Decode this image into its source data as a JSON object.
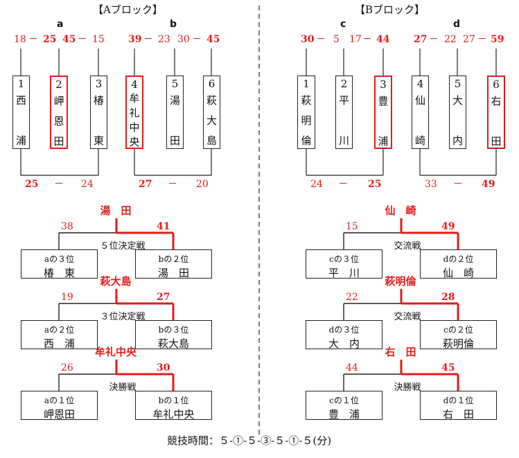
{
  "blocks": {
    "A": {
      "title": "【Aブロック】",
      "groups": [
        "a",
        "b"
      ],
      "teams": [
        {
          "num": "1",
          "name": [
            "西",
            "浦"
          ]
        },
        {
          "num": "2",
          "name": [
            "岬",
            "恩",
            "田"
          ]
        },
        {
          "num": "3",
          "name": [
            "椿",
            "東"
          ]
        },
        {
          "num": "4",
          "name": [
            "牟",
            "礼",
            "中",
            "央"
          ]
        },
        {
          "num": "5",
          "name": [
            "湯",
            "田"
          ]
        },
        {
          "num": "6",
          "name": [
            "萩",
            "大",
            "島"
          ]
        }
      ],
      "top_scores": {
        "a": [
          "18",
          "25",
          "45",
          "15"
        ],
        "b": [
          "39",
          "23",
          "30",
          "45"
        ]
      },
      "bottom_scores": {
        "a": [
          "25",
          "24"
        ],
        "b": [
          "27",
          "20"
        ]
      }
    },
    "B": {
      "title": "【Bブロック】",
      "groups": [
        "c",
        "d"
      ],
      "teams": [
        {
          "num": "1",
          "name": [
            "萩",
            "明",
            "倫"
          ]
        },
        {
          "num": "2",
          "name": [
            "平",
            "川"
          ]
        },
        {
          "num": "3",
          "name": [
            "豊",
            "浦"
          ]
        },
        {
          "num": "4",
          "name": [
            "仙",
            "崎"
          ]
        },
        {
          "num": "5",
          "name": [
            "大",
            "内"
          ]
        },
        {
          "num": "6",
          "name": [
            "右",
            "田"
          ]
        }
      ],
      "top_scores": {
        "c": [
          "30",
          "5",
          "17",
          "44"
        ],
        "d": [
          "27",
          "22",
          "27",
          "59"
        ]
      },
      "bottom_scores": {
        "c": [
          "24",
          "25"
        ],
        "d": [
          "33",
          "49"
        ]
      }
    }
  },
  "dash": "－",
  "matches": [
    {
      "winner": "湯　田",
      "title": "５位決定戦",
      "left_score": "38",
      "right_score": "41",
      "left_pos": "aの３位",
      "left_name": "椿　東",
      "right_pos": "bの２位",
      "right_name": "湯　田"
    },
    {
      "winner": "萩大島",
      "title": "３位決定戦",
      "left_score": "19",
      "right_score": "27",
      "left_pos": "aの２位",
      "left_name": "西　浦",
      "right_pos": "bの３位",
      "right_name": "萩大島"
    },
    {
      "winner": "牟礼中央",
      "title": "決勝戦",
      "left_score": "26",
      "right_score": "30",
      "left_pos": "aの１位",
      "left_name": "岬恩田",
      "right_pos": "bの１位",
      "right_name": "牟礼中央"
    },
    {
      "winner": "仙　崎",
      "title": "交流戦",
      "left_score": "15",
      "right_score": "49",
      "left_pos": "cの３位",
      "left_name": "平　川",
      "right_pos": "dの２位",
      "right_name": "仙　崎"
    },
    {
      "winner": "萩明倫",
      "title": "交流戦",
      "left_score": "22",
      "right_score": "28",
      "left_pos": "dの３位",
      "left_name": "大　内",
      "right_pos": "cの２位",
      "right_name": "萩明倫"
    },
    {
      "winner": "右　田",
      "title": "決勝戦",
      "left_score": "44",
      "right_score": "45",
      "left_pos": "cの１位",
      "left_name": "豊　浦",
      "right_pos": "dの１位",
      "right_name": "右　田"
    }
  ],
  "footer": "競技時間：５-①-５-③-５-①-５(分)"
}
